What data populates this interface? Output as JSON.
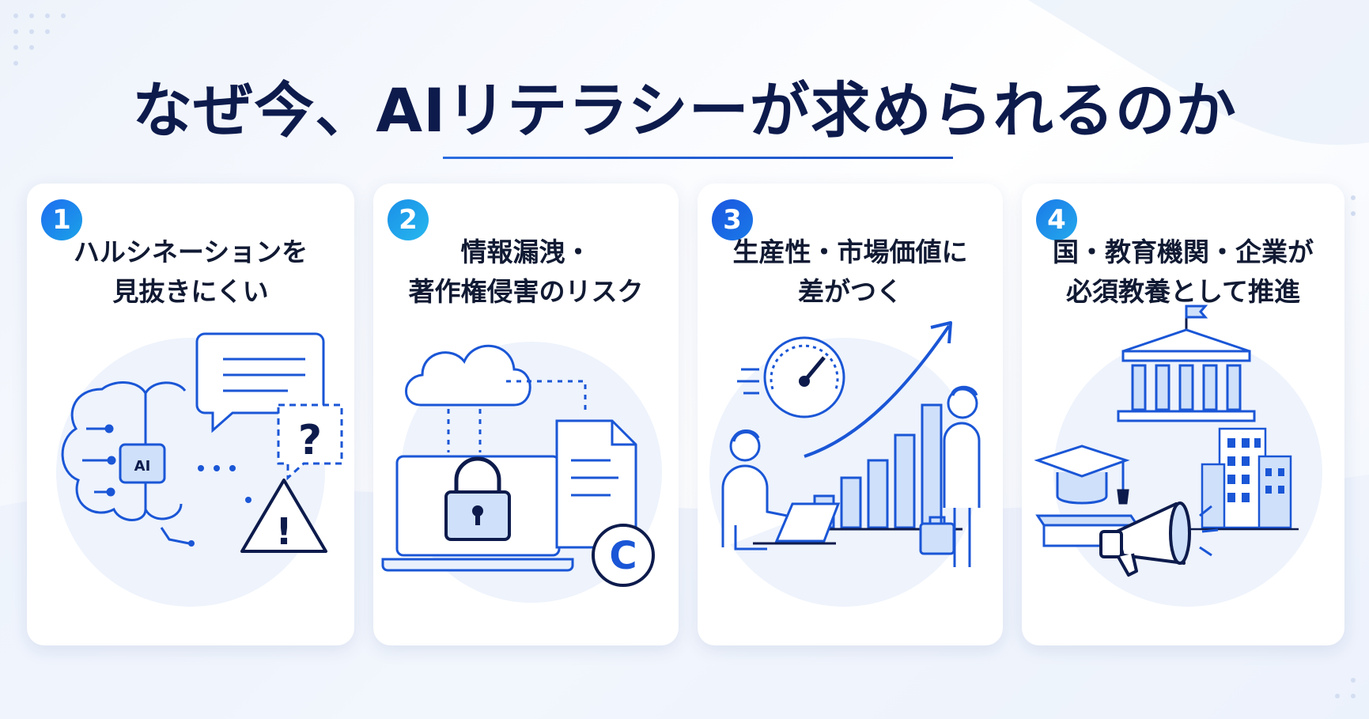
{
  "title": "なぜ今、AIリテラシーが求められるのか",
  "colors": {
    "navy": "#0d1b4c",
    "blue": "#1a56d6",
    "light_blue": "#cfe0fa",
    "badge_gradient": [
      "#1e6cf0",
      "#1aa3e8"
    ]
  },
  "cards": [
    {
      "number": "1",
      "title_lines": [
        "ハルシネーションを",
        "見抜きにくい"
      ],
      "ai_label": "AI",
      "icons": [
        "brain-icon",
        "chat-bubble-icon",
        "question-bubble-icon",
        "warning-icon"
      ]
    },
    {
      "number": "2",
      "title_lines": [
        "情報漏洩・",
        "著作権侵害のリスク"
      ],
      "copyright_symbol": "C",
      "icons": [
        "cloud-icon",
        "laptop-icon",
        "padlock-icon",
        "document-icon",
        "copyright-icon"
      ]
    },
    {
      "number": "3",
      "title_lines": [
        "生産性・市場価値に",
        "差がつく"
      ],
      "icons": [
        "speedometer-icon",
        "rising-arrow-icon",
        "bar-chart-icon",
        "person-laptop-icon",
        "businessman-icon"
      ]
    },
    {
      "number": "4",
      "title_lines": [
        "国・教育機関・企業が",
        "必須教養として推進"
      ],
      "icons": [
        "government-building-icon",
        "graduation-cap-icon",
        "office-buildings-icon",
        "megaphone-icon"
      ]
    }
  ]
}
